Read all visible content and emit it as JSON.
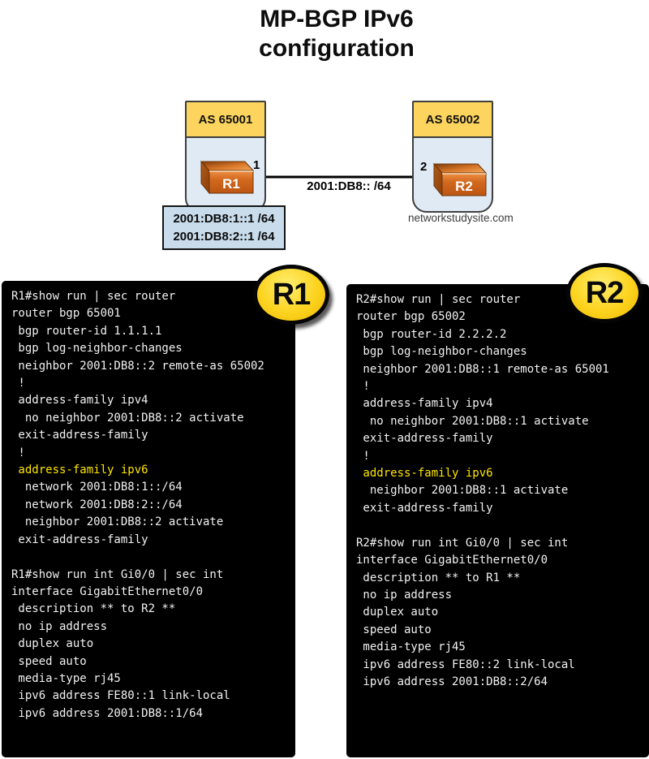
{
  "title": {
    "line1": "MP-BGP IPv6",
    "line2": "configuration"
  },
  "diagram": {
    "as1": {
      "label": "AS 65001"
    },
    "as2": {
      "label": "AS 65002"
    },
    "router1": {
      "label": "R1"
    },
    "router2": {
      "label": "R2"
    },
    "link": {
      "label": "2001:DB8:: /64",
      "port1": "1",
      "port2": "2"
    },
    "address_box": {
      "line1": "2001:DB8:1::1 /64",
      "line2": "2001:DB8:2::1 /64"
    },
    "watermark": "networkstudysite.com"
  },
  "consoles": [
    {
      "badge": "R1",
      "lines": [
        {
          "text": "R1#show run | sec router"
        },
        {
          "text": "router bgp 65001"
        },
        {
          "text": " bgp router-id 1.1.1.1"
        },
        {
          "text": " bgp log-neighbor-changes"
        },
        {
          "text": " neighbor 2001:DB8::2 remote-as 65002"
        },
        {
          "text": " !"
        },
        {
          "text": " address-family ipv4"
        },
        {
          "text": "  no neighbor 2001:DB8::2 activate"
        },
        {
          "text": " exit-address-family"
        },
        {
          "text": " !"
        },
        {
          "text": " address-family ipv6",
          "highlight": true
        },
        {
          "text": "  network 2001:DB8:1::/64"
        },
        {
          "text": "  network 2001:DB8:2::/64"
        },
        {
          "text": "  neighbor 2001:DB8::2 activate"
        },
        {
          "text": " exit-address-family"
        },
        {
          "text": ""
        },
        {
          "text": "R1#show run int Gi0/0 | sec int"
        },
        {
          "text": "interface GigabitEthernet0/0"
        },
        {
          "text": " description ** to R2 **"
        },
        {
          "text": " no ip address"
        },
        {
          "text": " duplex auto"
        },
        {
          "text": " speed auto"
        },
        {
          "text": " media-type rj45"
        },
        {
          "text": " ipv6 address FE80::1 link-local"
        },
        {
          "text": " ipv6 address 2001:DB8::1/64"
        }
      ]
    },
    {
      "badge": "R2",
      "lines": [
        {
          "text": "R2#show run | sec router"
        },
        {
          "text": "router bgp 65002"
        },
        {
          "text": " bgp router-id 2.2.2.2"
        },
        {
          "text": " bgp log-neighbor-changes"
        },
        {
          "text": " neighbor 2001:DB8::1 remote-as 65001"
        },
        {
          "text": " !"
        },
        {
          "text": " address-family ipv4"
        },
        {
          "text": "  no neighbor 2001:DB8::1 activate"
        },
        {
          "text": " exit-address-family"
        },
        {
          "text": " !"
        },
        {
          "text": " address-family ipv6",
          "highlight": true
        },
        {
          "text": "  neighbor 2001:DB8::1 activate"
        },
        {
          "text": " exit-address-family"
        },
        {
          "text": ""
        },
        {
          "text": "R2#show run int Gi0/0 | sec int"
        },
        {
          "text": "interface GigabitEthernet0/0"
        },
        {
          "text": " description ** to R1 **"
        },
        {
          "text": " no ip address"
        },
        {
          "text": " duplex auto"
        },
        {
          "text": " speed auto"
        },
        {
          "text": " media-type rj45"
        },
        {
          "text": " ipv6 address FE80::2 link-local"
        },
        {
          "text": " ipv6 address 2001:DB8::2/64"
        }
      ]
    }
  ],
  "colors": {
    "console_bg": "#000000",
    "console_text": "#f2f2f2",
    "console_highlight": "#ffe600",
    "as_header_yellow": "#fcd45e",
    "as_body_blue": "#dfeaf5",
    "address_box_blue": "#c9dcec",
    "router_orange": "#d2691e",
    "badge_yellow": "#fcd31f",
    "link_line": "#000000"
  }
}
